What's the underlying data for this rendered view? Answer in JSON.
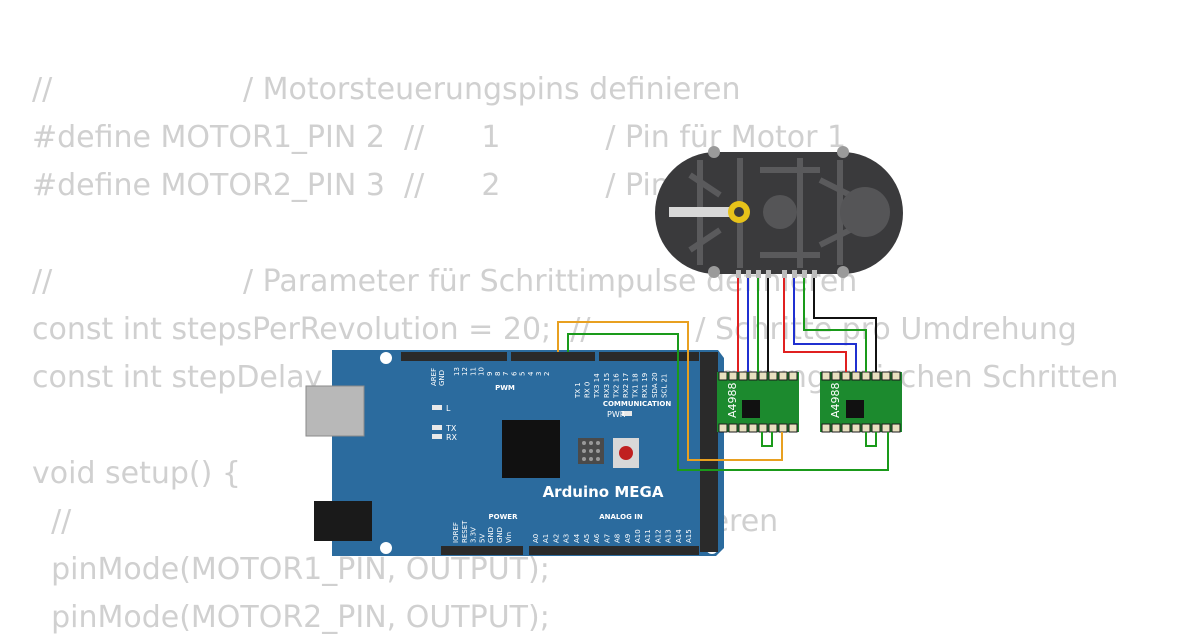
{
  "code": {
    "lines": [
      "//                    / Motorsteuerungspins definieren",
      "#define MOTOR1_PIN 2  //      1           / Pin für Motor 1",
      "#define MOTOR2_PIN 3  //      2           / Pin für Motor 2",
      "",
      "//                    / Parameter für Schrittimpulse definieren",
      "const int stepsPerRevolution = 20;  //           / Schritte pro Umdrehung",
      "const int stepDelay = 1000;  //             / Verzögerung zwischen Schritten",
      "",
      "void setup() {",
      "  //                                                       initialisieren",
      "  pinMode(MOTOR1_PIN, OUTPUT);",
      "  pinMode(MOTOR2_PIN, OUTPUT);"
    ]
  },
  "board": {
    "name": "Arduino MEGA",
    "aref": "AREF",
    "gnd": "GND",
    "pwm_pins": [
      "13",
      "12",
      "11",
      "10",
      "9",
      "8",
      "7",
      "6",
      "5",
      "4",
      "3",
      "2"
    ],
    "pwm_label": "PWM",
    "comm_pins": [
      "TX 1",
      "RX 0",
      "TX3 14",
      "RX3 15",
      "TX2 16",
      "RX2 17",
      "TX1 18",
      "RX1 19",
      "SDA 20",
      "SCL 21"
    ],
    "comm_label": "COMMUNICATION",
    "pwr_label": "PWR",
    "led_l": "L",
    "led_tx": "TX",
    "led_rx": "RX",
    "power_label": "POWER",
    "power_pins": [
      "IOREF",
      "RESET",
      "3.3V",
      "5V",
      "GND",
      "GND",
      "Vin"
    ],
    "analog_label": "ANALOG IN",
    "analog_pins": [
      "A0",
      "A1",
      "A2",
      "A3",
      "A4",
      "A5",
      "A6",
      "A7",
      "A8",
      "A9",
      "A10",
      "A11",
      "A12",
      "A13",
      "A14",
      "A15"
    ]
  },
  "drivers": [
    {
      "label": "A4988"
    },
    {
      "label": "A4988"
    }
  ],
  "colors": {
    "board": "#2b6b9e",
    "board_dark": "#1e5580",
    "motor": "#3a3a3c",
    "wire_red": "#e02020",
    "wire_blue": "#2030d0",
    "wire_green": "#1a9a1a",
    "wire_black": "#111111",
    "wire_orange": "#e8a020",
    "driver_green": "#1c8a2e"
  }
}
